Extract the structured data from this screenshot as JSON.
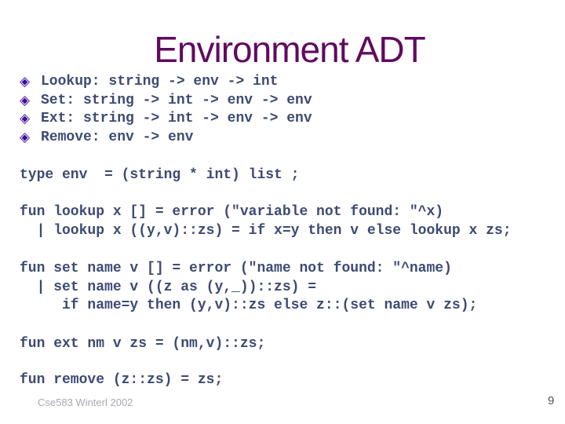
{
  "slide": {
    "title": "Environment ADT",
    "bullet_icon": "◈",
    "bullets": [
      "Lookup: string -> env -> int",
      "Set: string -> int -> env -> env",
      "Ext: string -> int -> env -> env",
      "Remove: env -> env"
    ],
    "code_blocks": {
      "type_decl": [
        "type env  = (string * int) list ;"
      ],
      "lookup": [
        "fun lookup x [] = error (\"variable not found: \"^x)",
        "  | lookup x ((y,v)::zs) = if x=y then v else lookup x zs;"
      ],
      "set": [
        "fun set name v [] = error (\"name not found: \"^name)",
        "  | set name v ((z as (y,_))::zs) =",
        "     if name=y then (y,v)::zs else z::(set name v zs);"
      ],
      "ext": [
        "fun ext nm v zs = (nm,v)::zs;"
      ],
      "remove": [
        "fun remove (z::zs) = zs;"
      ]
    },
    "footer": {
      "course": "Cse583 Winterl 2002",
      "page_number": "9"
    },
    "colors": {
      "title": "#600a60",
      "code_text": "#3d4a73",
      "bullet": "#3c0f9e",
      "footer_text": "#a8a8b2",
      "page_number": "#50505f",
      "background": "#ffffff"
    }
  }
}
